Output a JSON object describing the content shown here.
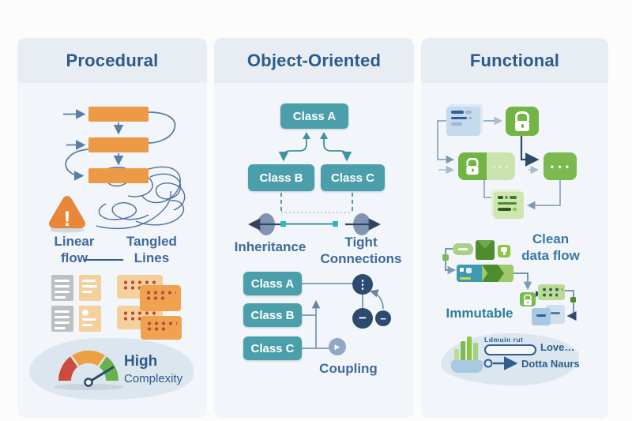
{
  "colors": {
    "panel_bg": "#f2f5f9",
    "header_bg": "#e8edf3",
    "heading_text": "#2b5a8c",
    "label_text": "#41699c",
    "orange": "#ec9a45",
    "teal": "#4a9fab",
    "green": "#72b544",
    "navy": "#2e4a70",
    "gauge_red": "#cc4b3e",
    "gauge_orange": "#eda03f",
    "gauge_green": "#6ab04c",
    "blob_bg": "#dce6ee"
  },
  "columns": {
    "procedural": {
      "title": "Procedural",
      "linear_line1": "Linear",
      "linear_line2": "flow",
      "tangled_line1": "Tangled",
      "tangled_line2": "Lines",
      "warning_glyph": "!",
      "gauge_title": "High",
      "gauge_subtitle": "Complexity"
    },
    "object_oriented": {
      "title": "Object-Oriented",
      "tree_class_a": "Class A",
      "tree_class_b": "Class B",
      "tree_class_c": "Class C",
      "inheritance_label": "Inheritance",
      "tight_line1": "Tight",
      "tight_line2": "Connections",
      "stack_class_a": "Class A",
      "stack_class_b": "Class B",
      "stack_class_c": "Class C",
      "coupling_label": "Coupling",
      "dots_circle_glyph": "⋮",
      "minus_glyph": "−",
      "play_glyph": "▶"
    },
    "functional": {
      "title": "Functional",
      "ellipsis_glyph": "• • •",
      "clean_line1": "Clean",
      "clean_line2": "data flow",
      "immutable_label": "Immutable",
      "scribble_text": "Ldmuin rut",
      "love_text": "Love…",
      "dotta_text": "Dotta Naurs"
    }
  }
}
